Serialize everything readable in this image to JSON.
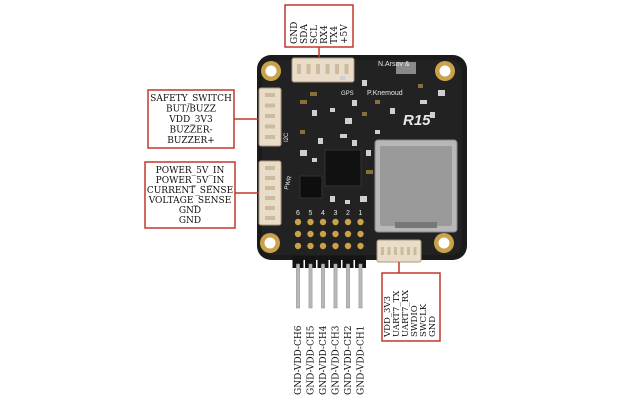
{
  "top_connector": {
    "pins": [
      "GND",
      "SDA",
      "SCL",
      "RX4",
      "TX4",
      "+5V"
    ]
  },
  "left_connector_top": {
    "pins": [
      "SAFETY_SWITCH",
      "BUT/BUZZ",
      "VDD_3V3",
      "BUZZER-",
      "BUZZER+"
    ]
  },
  "left_connector_bottom": {
    "pins": [
      "POWER_5V_IN",
      "POWER_5V_IN",
      "CURRENT_SENSE",
      "VOLTAGE_SENSE",
      "GND",
      "GND"
    ]
  },
  "right_connector": {
    "pins": [
      "VDD_3V3",
      "UART7_TX",
      "UART7_RX",
      "SWDIO",
      "SWCLK",
      "GND"
    ]
  },
  "pwm_header": {
    "pins": [
      "GND-VDD-CH6",
      "GND-VDD-CH5",
      "GND-VDD-CH4",
      "GND-VDD-CH3",
      "GND-VDD-CH2",
      "GND-VDD-CH1"
    ]
  },
  "board": {
    "model": "R15",
    "silk_authors_1": "N.Arsov &",
    "silk_authors_2": "P.Knemoud",
    "silk_gps": "GPS",
    "silk_pwr": "PWR",
    "silk_i2c": "I2C",
    "pin_numbers": [
      "6",
      "5",
      "4",
      "3",
      "2",
      "1"
    ]
  },
  "colors": {
    "pcb": "#1b1b1b",
    "label_border": "#c0392b",
    "connector": "#e9dcc8",
    "gold": "#c9a24a"
  }
}
